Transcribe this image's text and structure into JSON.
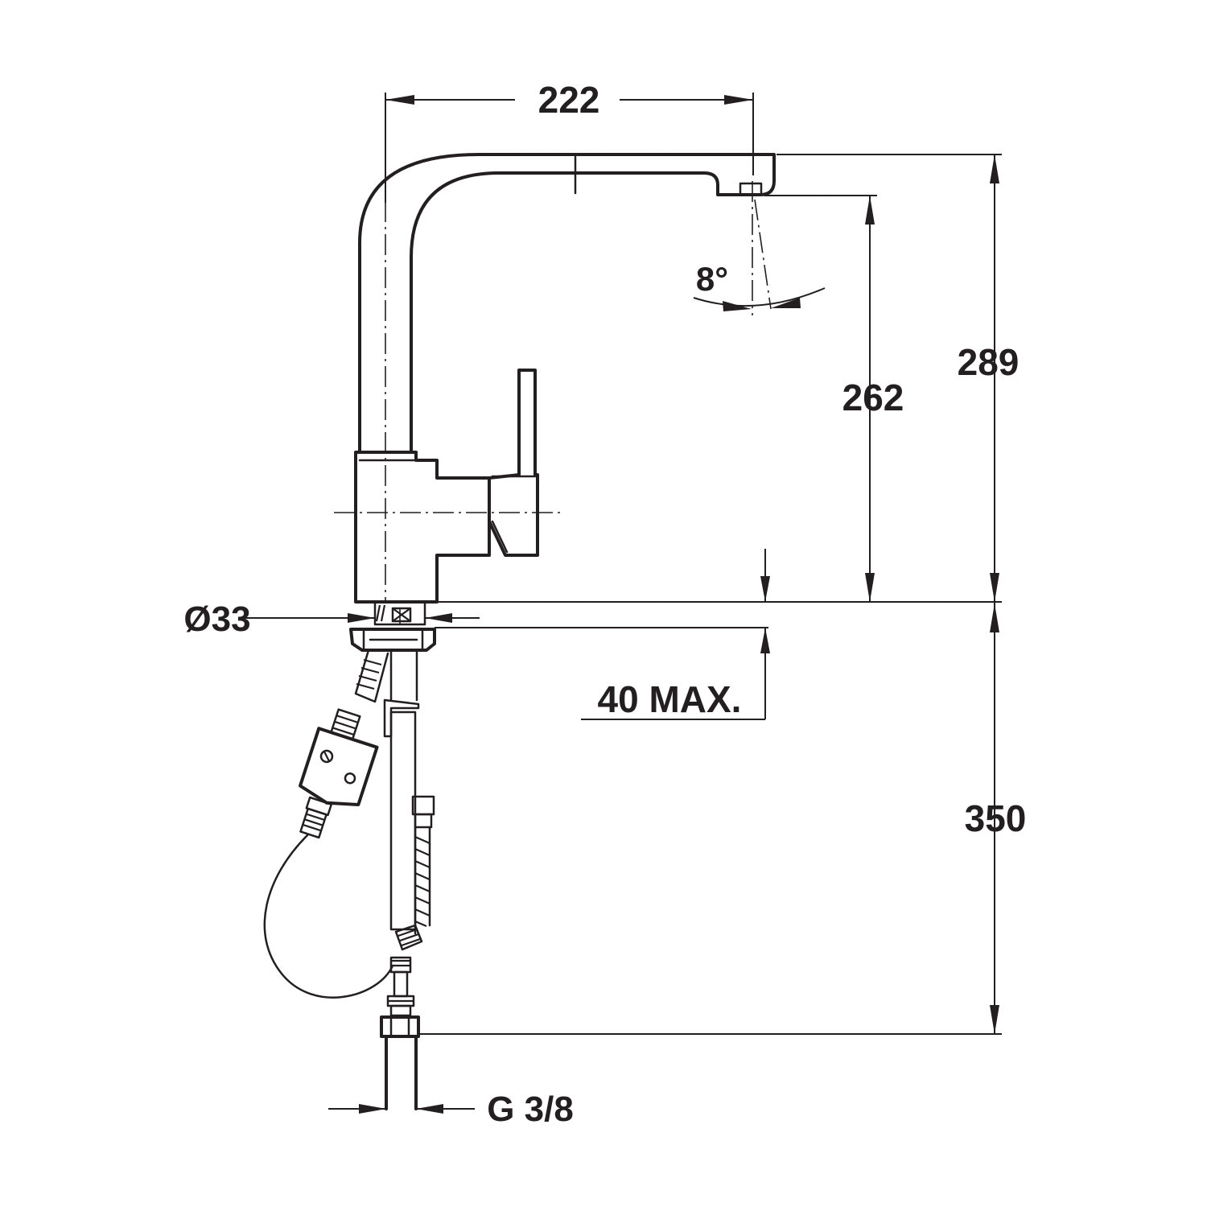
{
  "dimensions": {
    "spout_reach": "222",
    "total_height": "289",
    "outlet_height": "262",
    "swivel_angle": "8°",
    "base_diameter": "Ø33",
    "countertop_thickness": "40 MAX.",
    "hose_length": "350",
    "connection_thread": "G 3/8"
  },
  "colors": {
    "line": "#231f20",
    "background": "#ffffff"
  }
}
